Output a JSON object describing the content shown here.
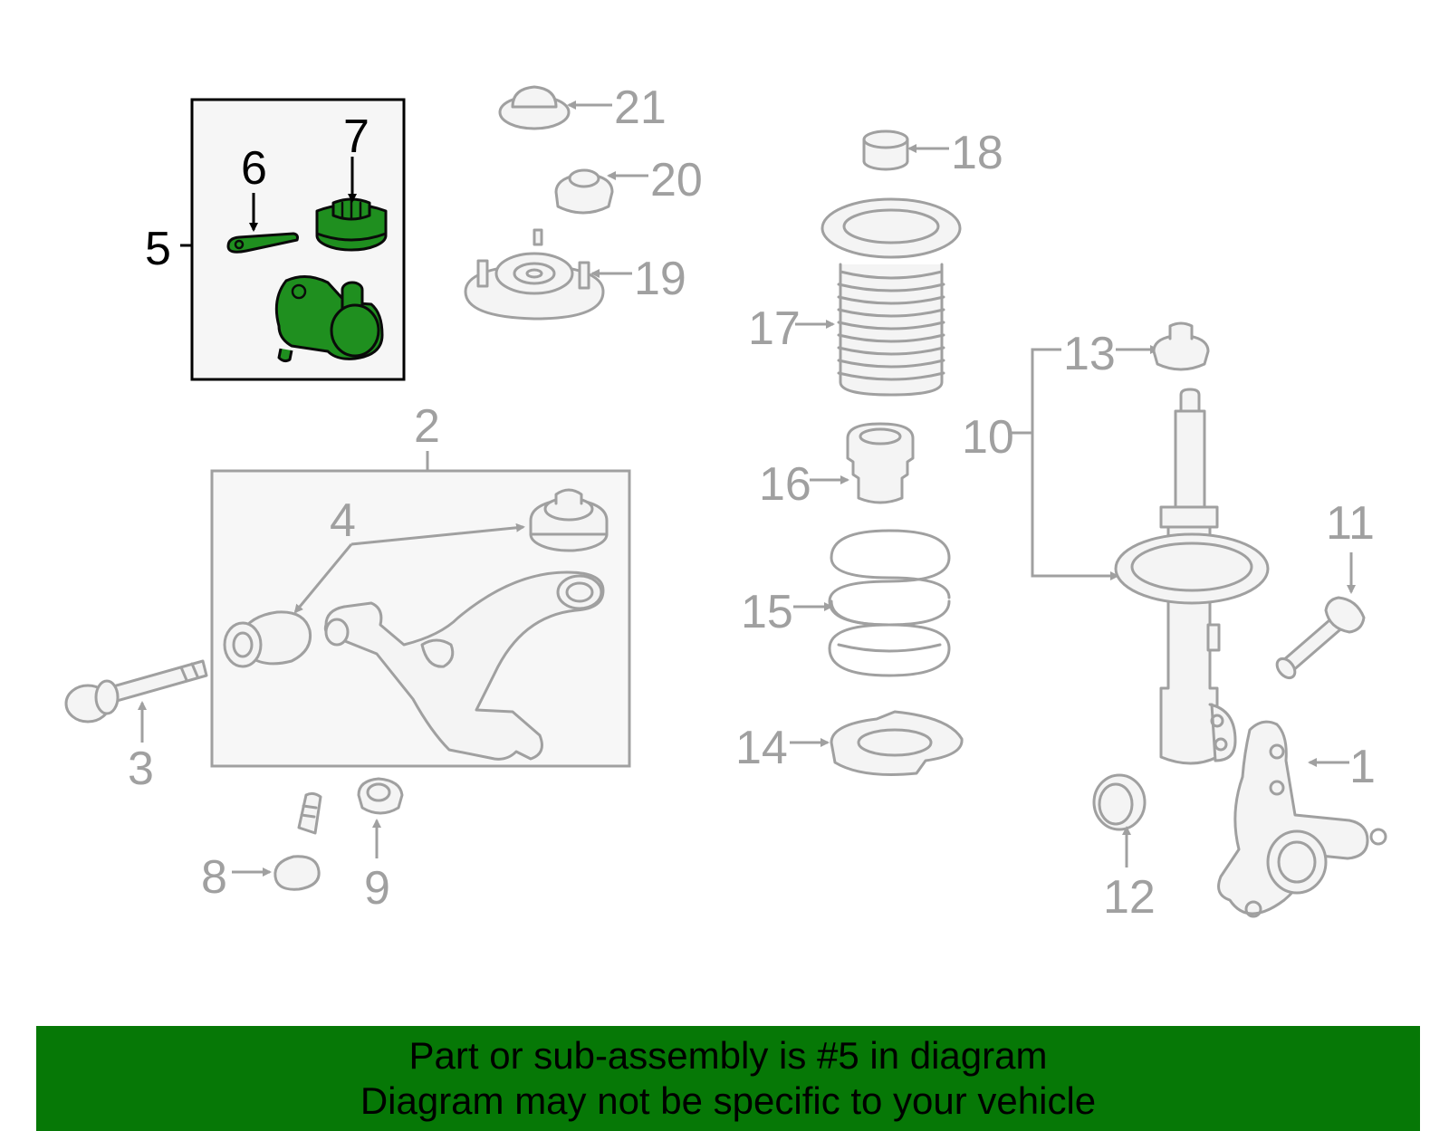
{
  "callouts": {
    "c1": "1",
    "c2": "2",
    "c3": "3",
    "c4": "4",
    "c5": "5",
    "c6": "6",
    "c7": "7",
    "c8": "8",
    "c9": "9",
    "c10": "10",
    "c11": "11",
    "c12": "12",
    "c13": "13",
    "c14": "14",
    "c15": "15",
    "c16": "16",
    "c17": "17",
    "c18": "18",
    "c19": "19",
    "c20": "20",
    "c21": "21"
  },
  "highlighted_part": "5",
  "colors": {
    "highlight": "#1f8f1f",
    "banner": "#067806",
    "line_art": "#a0a0a0"
  },
  "banner": {
    "line1": "Part or sub-assembly is #5 in diagram",
    "line2": "Diagram may not be specific to your vehicle"
  }
}
